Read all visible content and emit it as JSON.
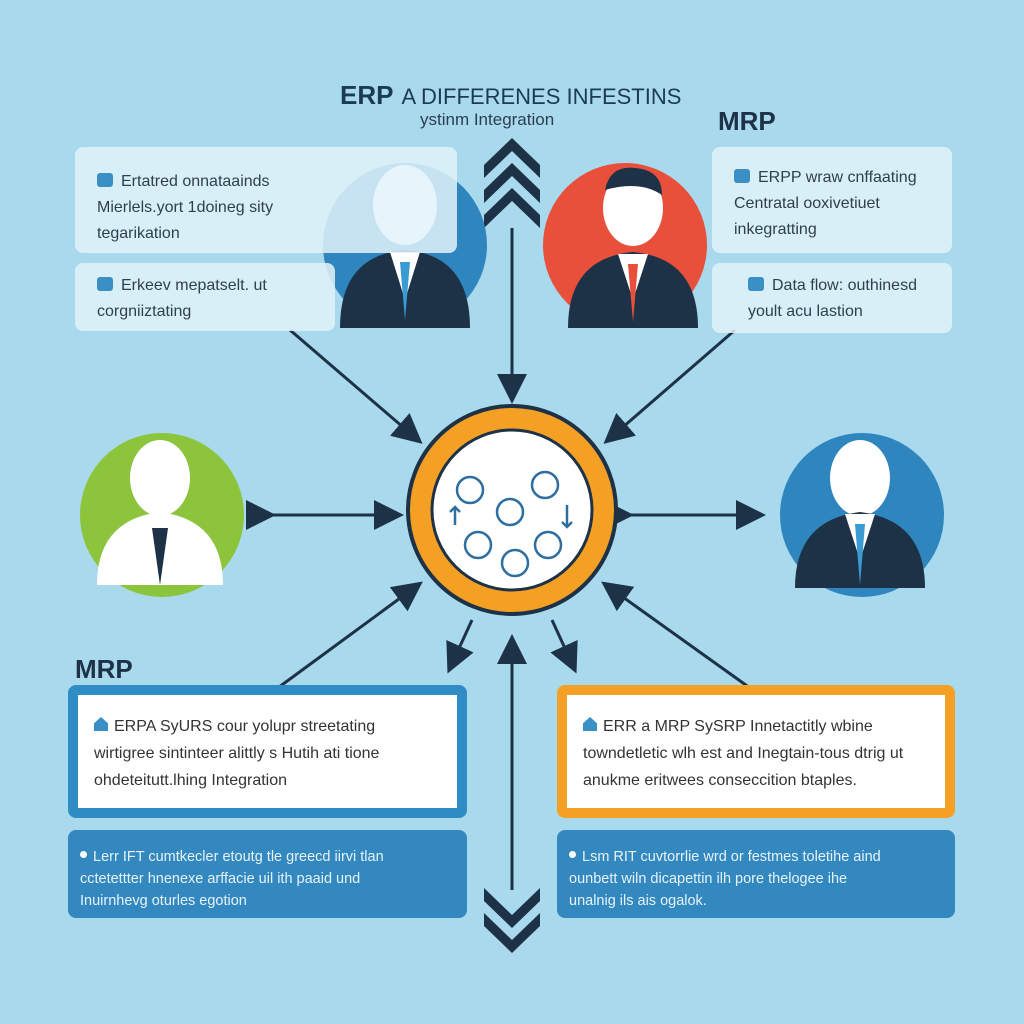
{
  "header": {
    "title_bold": "ERP",
    "title_rest": "A DIFFERENES INFESTINS",
    "subtitle": "ystinm Integration",
    "right_label": "MRP"
  },
  "top_left_cards": [
    {
      "icon": "clock-icon",
      "lines": [
        "Ertatred onnataainds",
        "Mierlels.yort 1doineg sity",
        "tegarikation"
      ]
    },
    {
      "icon": "envelope-icon",
      "lines": [
        "Erkeev mepatselt. ut",
        "corgniiztating"
      ]
    }
  ],
  "top_right_cards": [
    {
      "icon": "user-icon",
      "lines": [
        "ERPP wraw cnffaating",
        "Centratal ooxivetiuet",
        "inkegratting"
      ]
    },
    {
      "icon": "envelope-icon",
      "lines": [
        "Data flow: outhinesd",
        "yoult acu lastion"
      ]
    }
  ],
  "bottom_label": "MRP",
  "bottom_boxes": [
    {
      "icon": "home-icon",
      "lines": [
        "ERPA SyURS cour yolupr streetating",
        "wirtigree sintinteer alittly s Hutih ati tione",
        "ohdeteitutt.lhing Integration"
      ],
      "border": "#2f8cc4"
    },
    {
      "icon": "home-icon",
      "lines": [
        "ERR a MRP SySRP Innetactitly wbine",
        "towndetletic wlh est and Inegtain-tous dtrig ut",
        "anukme eritwees conseccition btaples."
      ],
      "border": "#f4a024"
    }
  ],
  "bottom_cards": [
    {
      "lines": [
        "Lerr IFT cumtkecler etoutg tle greecd iirvi tlan",
        "cctetettter hnenexe arffacie uil ith paaid und",
        "Inuirnhevg oturles egotion"
      ]
    },
    {
      "lines": [
        "Lsm RIT cuvtorrlie wrd or festmes toletihe aind",
        "ounbett wiln dicapettin ilh pore thelogee ihe",
        "unalnig ils ais ogalok."
      ]
    }
  ],
  "colors": {
    "background": "#a9d9ec",
    "accent_orange": "#f4a024",
    "blue": "#2f8cc4",
    "red": "#e8503c",
    "green": "#8cc43c",
    "navy": "#1d3147"
  }
}
